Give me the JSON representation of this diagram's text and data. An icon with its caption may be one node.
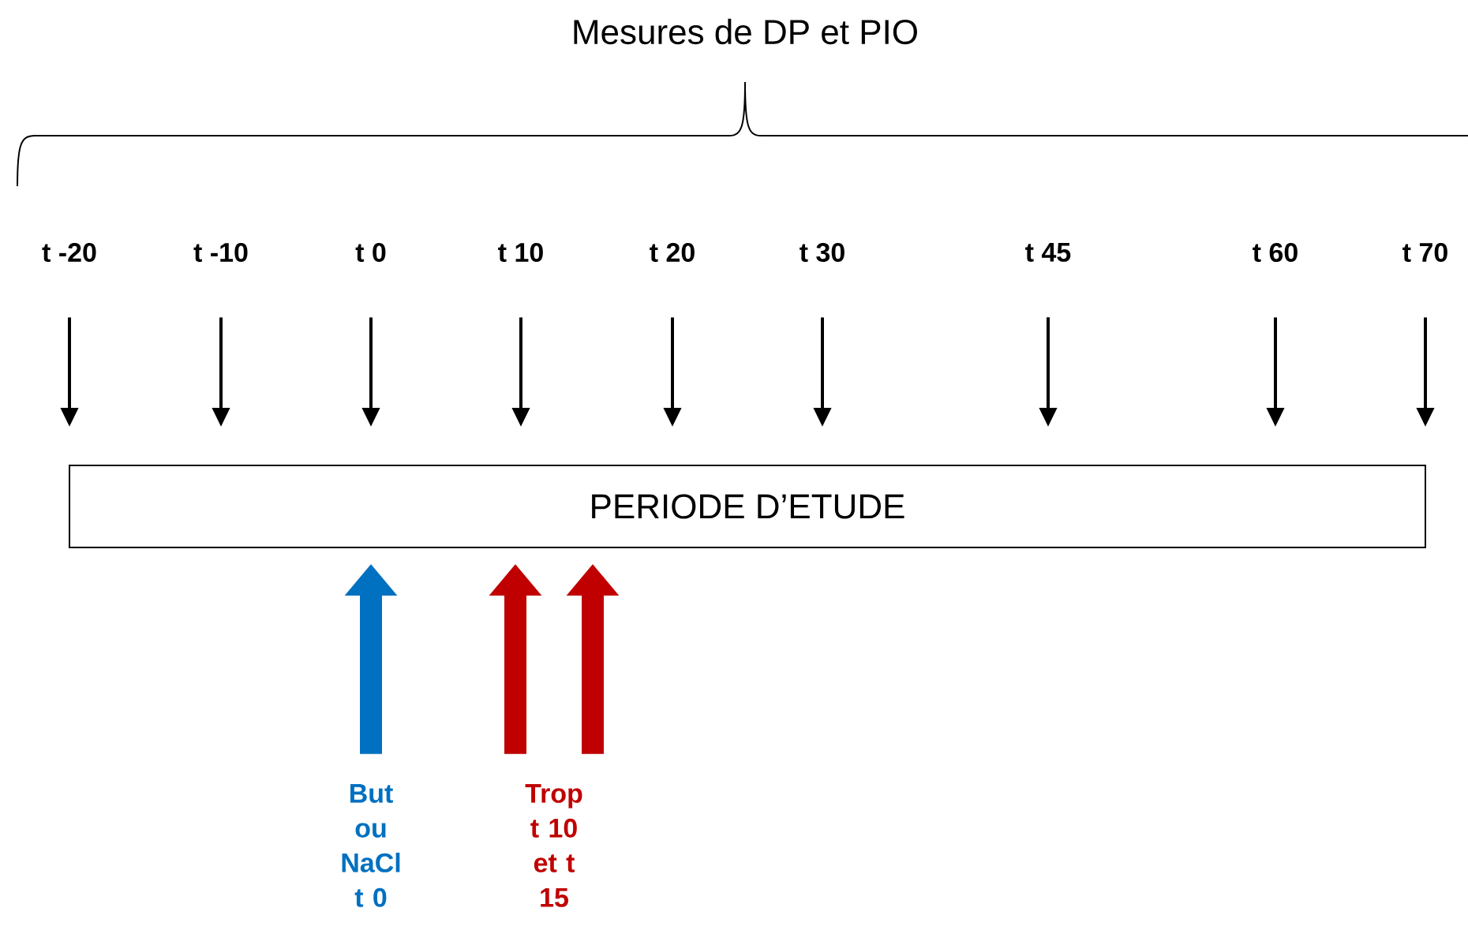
{
  "diagram": {
    "title": "Mesures de DP et PIO",
    "nodes": [
      {
        "text": [
          "t -20"
        ]
      },
      {
        "text": [
          "t -10"
        ]
      },
      {
        "text": [
          "t 0"
        ]
      },
      {
        "text": [
          "t 10"
        ]
      },
      {
        "text": [
          "t 20"
        ]
      },
      {
        "text": [
          "t 30"
        ]
      },
      {
        "text": [
          "t 45"
        ]
      },
      {
        "text": [
          "t 60"
        ]
      },
      {
        "text": [
          "t 70"
        ]
      },
      {
        "text": [
          "PERIODE  D’ETUDE"
        ]
      },
      {
        "text": [
          "But ou NaCl t 0"
        ]
      },
      {
        "text": [
          "Trop t 10 et t 15"
        ]
      }
    ],
    "edges": [
      {
        "from": 0,
        "to": 9,
        "arrow": "to"
      },
      {
        "from": 1,
        "to": 9,
        "arrow": "to"
      },
      {
        "from": 2,
        "to": 9,
        "arrow": "to"
      },
      {
        "from": 3,
        "to": 9,
        "arrow": "to"
      },
      {
        "from": 4,
        "to": 9,
        "arrow": "to"
      },
      {
        "from": 5,
        "to": 9,
        "arrow": "to"
      },
      {
        "from": 6,
        "to": 9,
        "arrow": "to"
      },
      {
        "from": 7,
        "to": 9,
        "arrow": "to"
      },
      {
        "from": 8,
        "to": 9,
        "arrow": "to"
      },
      {
        "from": 10,
        "to": 9,
        "arrow": "to",
        "style": "thick",
        "color": "#0070c0"
      },
      {
        "from": 11,
        "to": 9,
        "arrow": "to",
        "style": "thick",
        "color": "#c00000"
      },
      {
        "from": 11,
        "to": 9,
        "arrow": "to",
        "style": "thick",
        "color": "#c00000"
      }
    ]
  }
}
